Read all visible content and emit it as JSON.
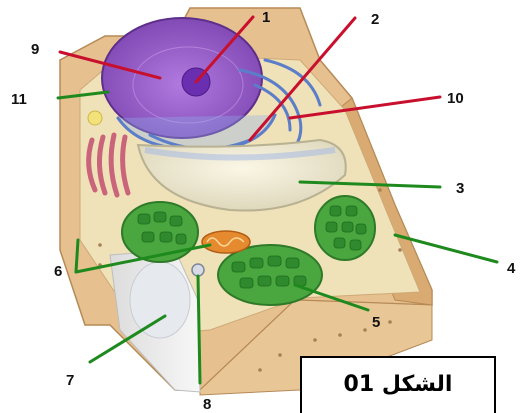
{
  "figure": {
    "caption": "الشكل 01"
  },
  "labels": [
    {
      "id": "l1",
      "text": "1"
    },
    {
      "id": "l2",
      "text": "2"
    },
    {
      "id": "l3",
      "text": "3"
    },
    {
      "id": "l4",
      "text": "4"
    },
    {
      "id": "l5",
      "text": "5"
    },
    {
      "id": "l6",
      "text": "6"
    },
    {
      "id": "l7",
      "text": "7"
    },
    {
      "id": "l8",
      "text": "8"
    },
    {
      "id": "l9",
      "text": "9"
    },
    {
      "id": "l10",
      "text": "10"
    },
    {
      "id": "l11",
      "text": "11"
    }
  ],
  "colors": {
    "red_leader": "#c8102e",
    "green_leader": "#1e8a1e",
    "wall": "#e9c394",
    "cytoplasm": "#efe1b8",
    "nucleus": "#9a5ac8",
    "er": "#6f8fd6",
    "vacuole": "#f3efd8",
    "chloroplast": "#3f9e3a",
    "mitochondrion": "#e58a2e",
    "golgi": "#d9788a"
  }
}
